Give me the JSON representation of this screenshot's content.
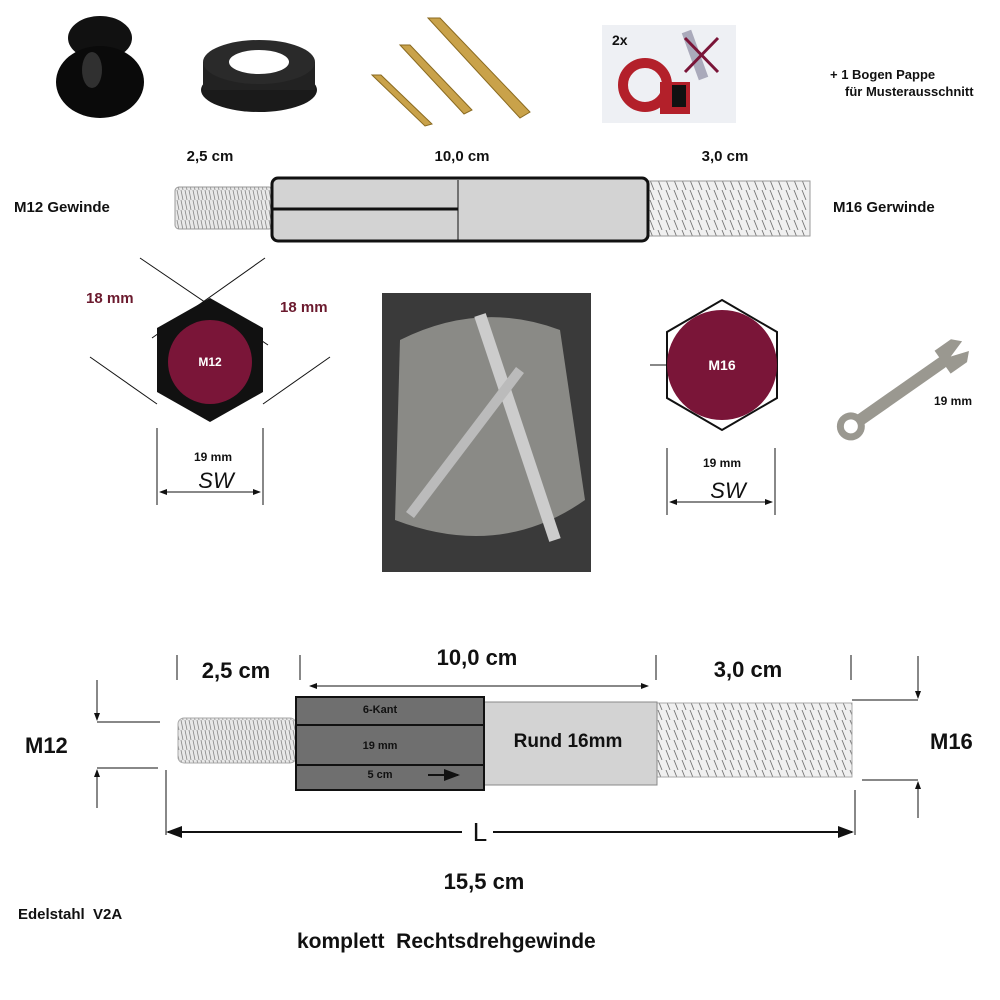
{
  "top_items": {
    "hook_count": "2x",
    "extra_line1": "+ 1 Bogen Pappe",
    "extra_line2": "für Musterausschnitt"
  },
  "top_bolt": {
    "len_left": "2,5 cm",
    "len_mid": "10,0 cm",
    "len_right": "3,0 cm",
    "left_label": "M12 Gewinde",
    "right_label": "M16 Gerwinde"
  },
  "hex_left": {
    "flat_a": "18 mm",
    "flat_b": "18 mm",
    "circle_label": "M12",
    "width": "19 mm",
    "sw": "SW"
  },
  "hex_right": {
    "circle_label": "M16",
    "width": "19 mm",
    "sw": "SW"
  },
  "wrench": {
    "size": "19 mm"
  },
  "drawing": {
    "len_left": "2,5 cm",
    "len_mid": "10,0 cm",
    "len_right": "3,0 cm",
    "left_thread": "M12",
    "right_thread": "M16",
    "hex_row1": "6-Kant",
    "hex_row2": "19 mm",
    "hex_row3": "5 cm",
    "round": "Rund 16mm",
    "total_symbol": "L",
    "total": "15,5 cm"
  },
  "material": "Edelstahl  V2A",
  "thread_note": "komplett  Rechtsdrehgewinde",
  "colors": {
    "maroon": "#7a1538",
    "hex_dark": "#6f6f6f",
    "round_gray": "#d3d3d3"
  }
}
